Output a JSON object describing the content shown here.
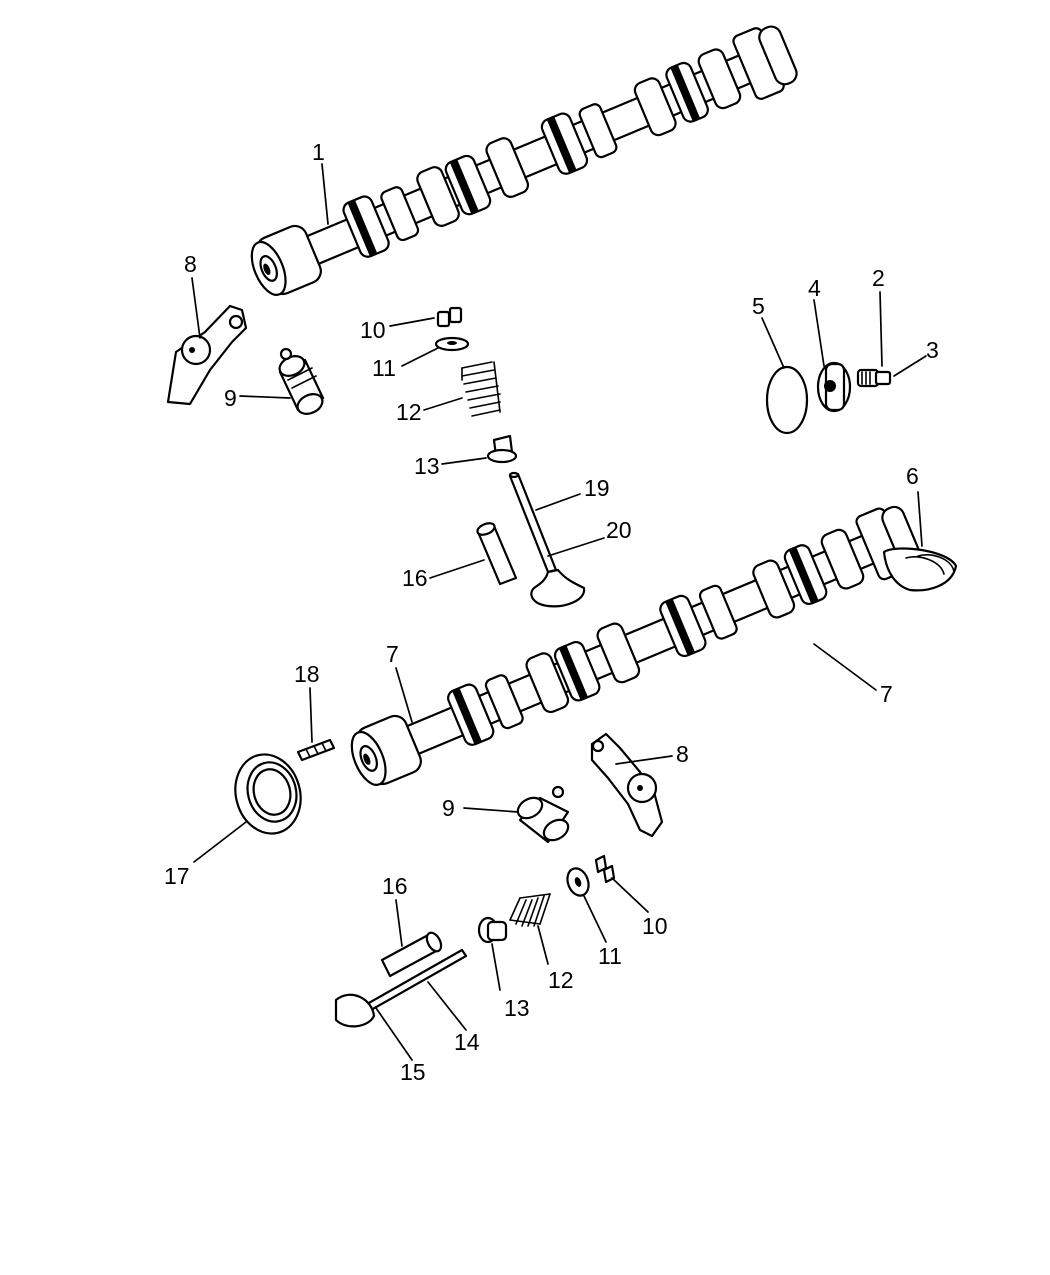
{
  "diagram": {
    "colors": {
      "line": "#000000",
      "background": "#ffffff"
    },
    "callouts": [
      {
        "id": "c1",
        "text": "1"
      },
      {
        "id": "c2",
        "text": "2"
      },
      {
        "id": "c3",
        "text": "3"
      },
      {
        "id": "c4",
        "text": "4"
      },
      {
        "id": "c5",
        "text": "5"
      },
      {
        "id": "c6",
        "text": "6"
      },
      {
        "id": "c7a",
        "text": "7"
      },
      {
        "id": "c7b",
        "text": "7"
      },
      {
        "id": "c8a",
        "text": "8"
      },
      {
        "id": "c8b",
        "text": "8"
      },
      {
        "id": "c9a",
        "text": "9"
      },
      {
        "id": "c9b",
        "text": "9"
      },
      {
        "id": "c10a",
        "text": "10"
      },
      {
        "id": "c10b",
        "text": "10"
      },
      {
        "id": "c11a",
        "text": "11"
      },
      {
        "id": "c11b",
        "text": "11"
      },
      {
        "id": "c12a",
        "text": "12"
      },
      {
        "id": "c12b",
        "text": "12"
      },
      {
        "id": "c13a",
        "text": "13"
      },
      {
        "id": "c13b",
        "text": "13"
      },
      {
        "id": "c14",
        "text": "14"
      },
      {
        "id": "c15",
        "text": "15"
      },
      {
        "id": "c16a",
        "text": "16"
      },
      {
        "id": "c16b",
        "text": "16"
      },
      {
        "id": "c17",
        "text": "17"
      },
      {
        "id": "c18",
        "text": "18"
      },
      {
        "id": "c19",
        "text": "19"
      },
      {
        "id": "c20",
        "text": "20"
      }
    ]
  }
}
